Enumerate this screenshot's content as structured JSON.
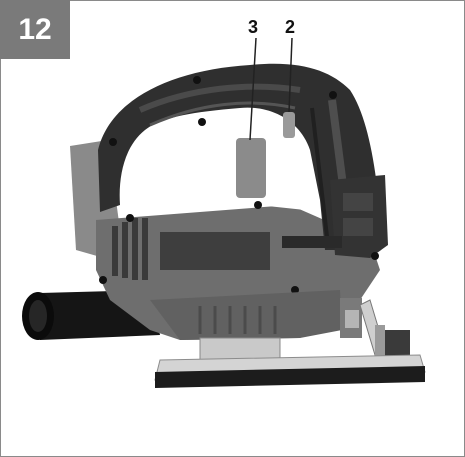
{
  "figure": {
    "number": "12",
    "callouts": [
      "3",
      "2"
    ]
  },
  "subject": {
    "icon": "jigsaw-tool-photo"
  },
  "colors": {
    "badge": "#7a7a7a",
    "body_dark": "#2e2e2e",
    "body_grey": "#6c6c6c",
    "body_light": "#8c8c8c"
  }
}
